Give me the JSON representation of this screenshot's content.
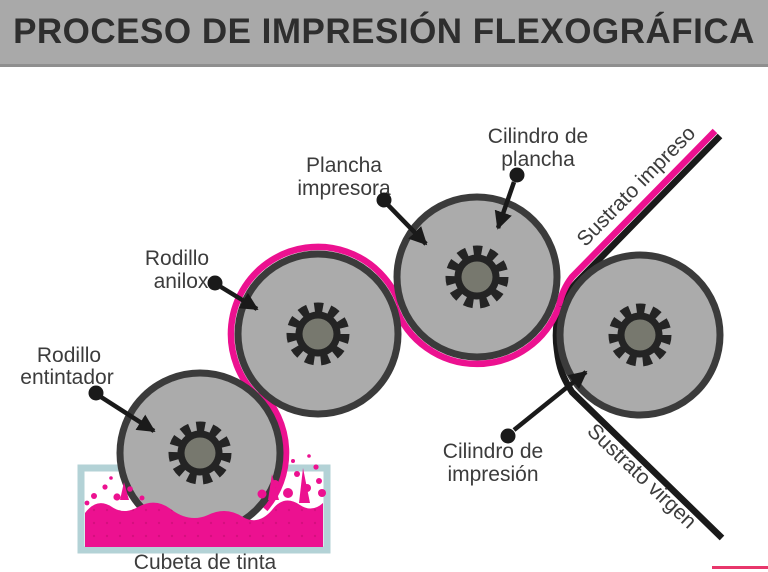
{
  "title": "PROCESO DE IMPRESIÓN FLEXOGRÁFICA",
  "labels": {
    "plancha_impresora": {
      "line1": "Plancha",
      "line2": "impresora"
    },
    "cilindro_plancha": {
      "line1": "Cilindro de",
      "line2": "plancha"
    },
    "rodillo_anilox": {
      "line1": "Rodillo",
      "line2": "anilox"
    },
    "rodillo_entintador": {
      "line1": "Rodillo",
      "line2": "entintador"
    },
    "cilindro_impresion": {
      "line1": "Cilindro de",
      "line2": "impresión"
    },
    "sustrato_impreso": "Sustrato impreso",
    "sustrato_virgen": "Sustrato virgen",
    "cubeta_tinta": "Cubeta de tinta"
  },
  "colors": {
    "header_bg": "#a9a9a9",
    "header_text": "#2e2e2e",
    "ink_magenta": "#ec1190",
    "ink_dots": "#d60e7f",
    "cylinder_fill": "#ababab",
    "cylinder_ring": "#3b3b3b",
    "gear_body": "#242424",
    "gear_hub": "#77786e",
    "tray_border": "#b3d2d6",
    "label_text": "#3c3c3c",
    "substrate_black": "#1a1a1a",
    "corner_accent": "#e8366b"
  }
}
